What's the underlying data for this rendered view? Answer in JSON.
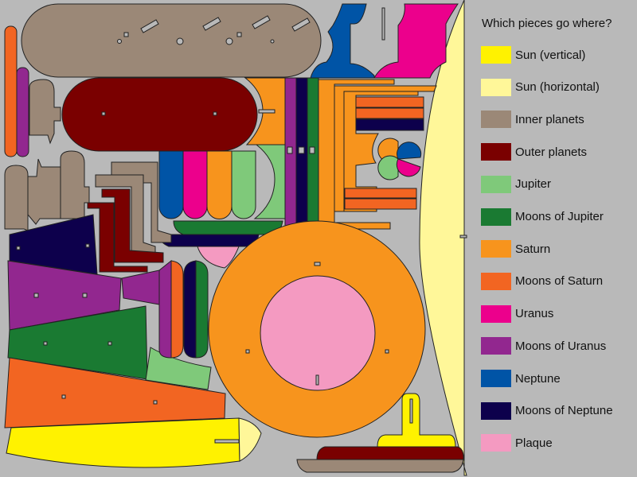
{
  "legend": {
    "title": "Which pieces go where?",
    "items": [
      {
        "key": "sun_vertical",
        "label": "Sun (vertical)",
        "color": "#fff200"
      },
      {
        "key": "sun_horizontal",
        "label": "Sun (horizontal)",
        "color": "#fff799"
      },
      {
        "key": "inner_planets",
        "label": "Inner planets",
        "color": "#9b8877"
      },
      {
        "key": "outer_planets",
        "label": "Outer planets",
        "color": "#7a0000"
      },
      {
        "key": "jupiter",
        "label": "Jupiter",
        "color": "#7fc97a"
      },
      {
        "key": "moons_of_jupiter",
        "label": "Moons of Jupiter",
        "color": "#1a7a32"
      },
      {
        "key": "saturn",
        "label": "Saturn",
        "color": "#f7941d"
      },
      {
        "key": "moons_of_saturn",
        "label": "Moons of Saturn",
        "color": "#f26522"
      },
      {
        "key": "uranus",
        "label": "Uranus",
        "color": "#ec008c"
      },
      {
        "key": "moons_of_uranus",
        "label": "Moons of Uranus",
        "color": "#92278f"
      },
      {
        "key": "neptune",
        "label": "Neptune",
        "color": "#0054a6"
      },
      {
        "key": "moons_of_neptune",
        "label": "Moons of Neptune",
        "color": "#0d004c"
      },
      {
        "key": "plaque",
        "label": "Plaque",
        "color": "#f49ac1"
      }
    ]
  },
  "background_color": "#b9b9b9"
}
